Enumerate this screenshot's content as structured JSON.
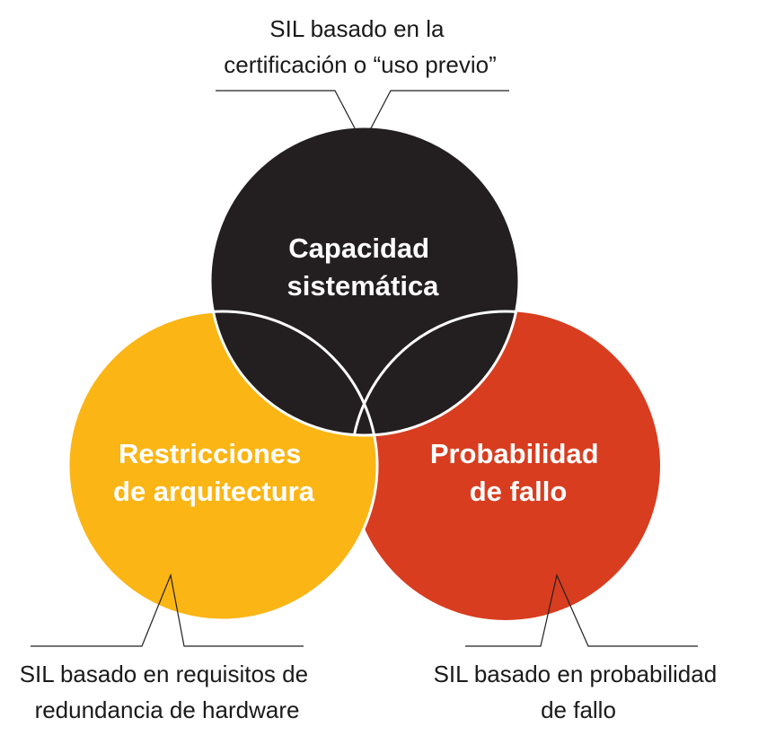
{
  "colors": {
    "systematic": "#231f20",
    "architecture": "#fbb515",
    "probability": "#d83d20",
    "divider": "#ffffff",
    "text": "#1a1a1a"
  },
  "circles": {
    "systematic": {
      "line1": "Capacidad",
      "line2": "sistemática"
    },
    "architecture": {
      "line1": "Restricciones",
      "line2": "de arquitectura"
    },
    "probability": {
      "line1": "Probabilidad",
      "line2": "de fallo"
    }
  },
  "callouts": {
    "top": {
      "line1": "SIL basado en la",
      "line2": "certificación o “uso previo”"
    },
    "left": {
      "line1": "SIL basado en requisitos de",
      "line2": "redundancia de hardware"
    },
    "right": {
      "line1": "SIL basado en probabilidad",
      "line2": "de fallo"
    }
  }
}
